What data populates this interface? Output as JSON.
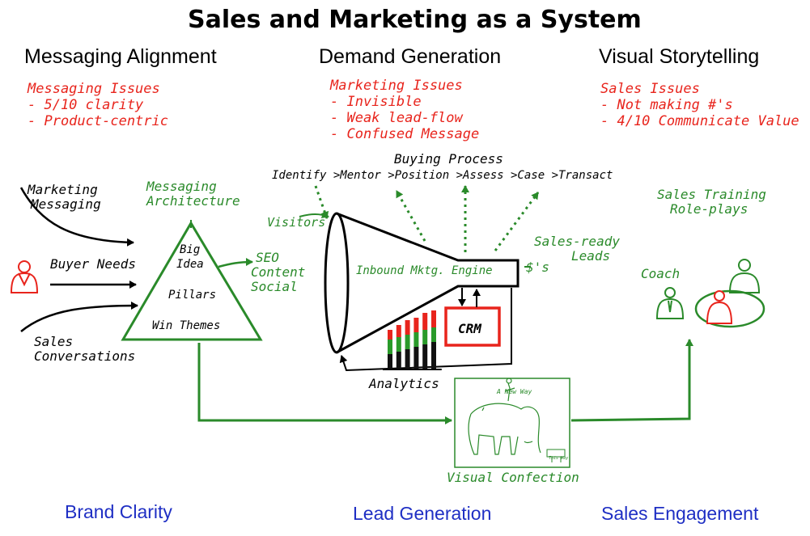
{
  "title": "Sales and Marketing as a System",
  "columns": [
    "Messaging Alignment",
    "Demand Generation",
    "Visual Storytelling"
  ],
  "issues": {
    "messaging": [
      "Messaging Issues",
      "- 5/10 clarity",
      "- Product-centric"
    ],
    "marketing": [
      "Marketing Issues",
      "- Invisible",
      "- Weak lead-flow",
      "- Confused Message"
    ],
    "sales": [
      "Sales Issues",
      "- Not making #'s",
      "- 4/10 Communicate Value"
    ]
  },
  "inputs": {
    "marketing_messaging": [
      "Marketing",
      "Messaging"
    ],
    "buyer_needs": "Buyer Needs",
    "sales_conversations": [
      "Sales",
      "Conversations"
    ]
  },
  "messaging_architecture": {
    "label": [
      "Messaging",
      "Architecture"
    ],
    "big_idea": [
      "Big",
      "Idea"
    ],
    "pillars": "Pillars",
    "win_themes": "Win Themes"
  },
  "channels": [
    "SEO",
    "Content",
    "Social"
  ],
  "buying_process": {
    "title": "Buying Process",
    "steps": "Identify >Mentor >Position >Assess >Case >Transact"
  },
  "funnel": {
    "visitors": "Visitors",
    "engine": "Inbound Mktg. Engine",
    "crm": "CRM",
    "analytics": "Analytics",
    "leads": [
      "Sales-ready",
      "Leads"
    ],
    "dollars": "$'s"
  },
  "sales_side": {
    "training": [
      "Sales Training",
      "Role-plays"
    ],
    "coach": "Coach"
  },
  "visual_confection": {
    "label": "Visual Confection",
    "caption": "A New Way",
    "sign": "This Way"
  },
  "bottom_labels": [
    "Brand Clarity",
    "Lead Generation",
    "Sales Engagement"
  ],
  "colors": {
    "red": "#e8241c",
    "green": "#2a8a2a",
    "blue": "#1f2fc4",
    "black": "#000000"
  },
  "chart_data": {
    "type": "bar",
    "series": [
      {
        "values": [
          0.3,
          0.35,
          0.4,
          0.45,
          0.5,
          0.55
        ]
      },
      {
        "values": [
          0.3,
          0.3,
          0.3,
          0.3,
          0.3,
          0.3
        ]
      },
      {
        "values": [
          0.2,
          0.25,
          0.3,
          0.3,
          0.35,
          0.35
        ]
      }
    ],
    "series_colors": [
      "#111111",
      "#2a9a2a",
      "#e8241c"
    ]
  }
}
